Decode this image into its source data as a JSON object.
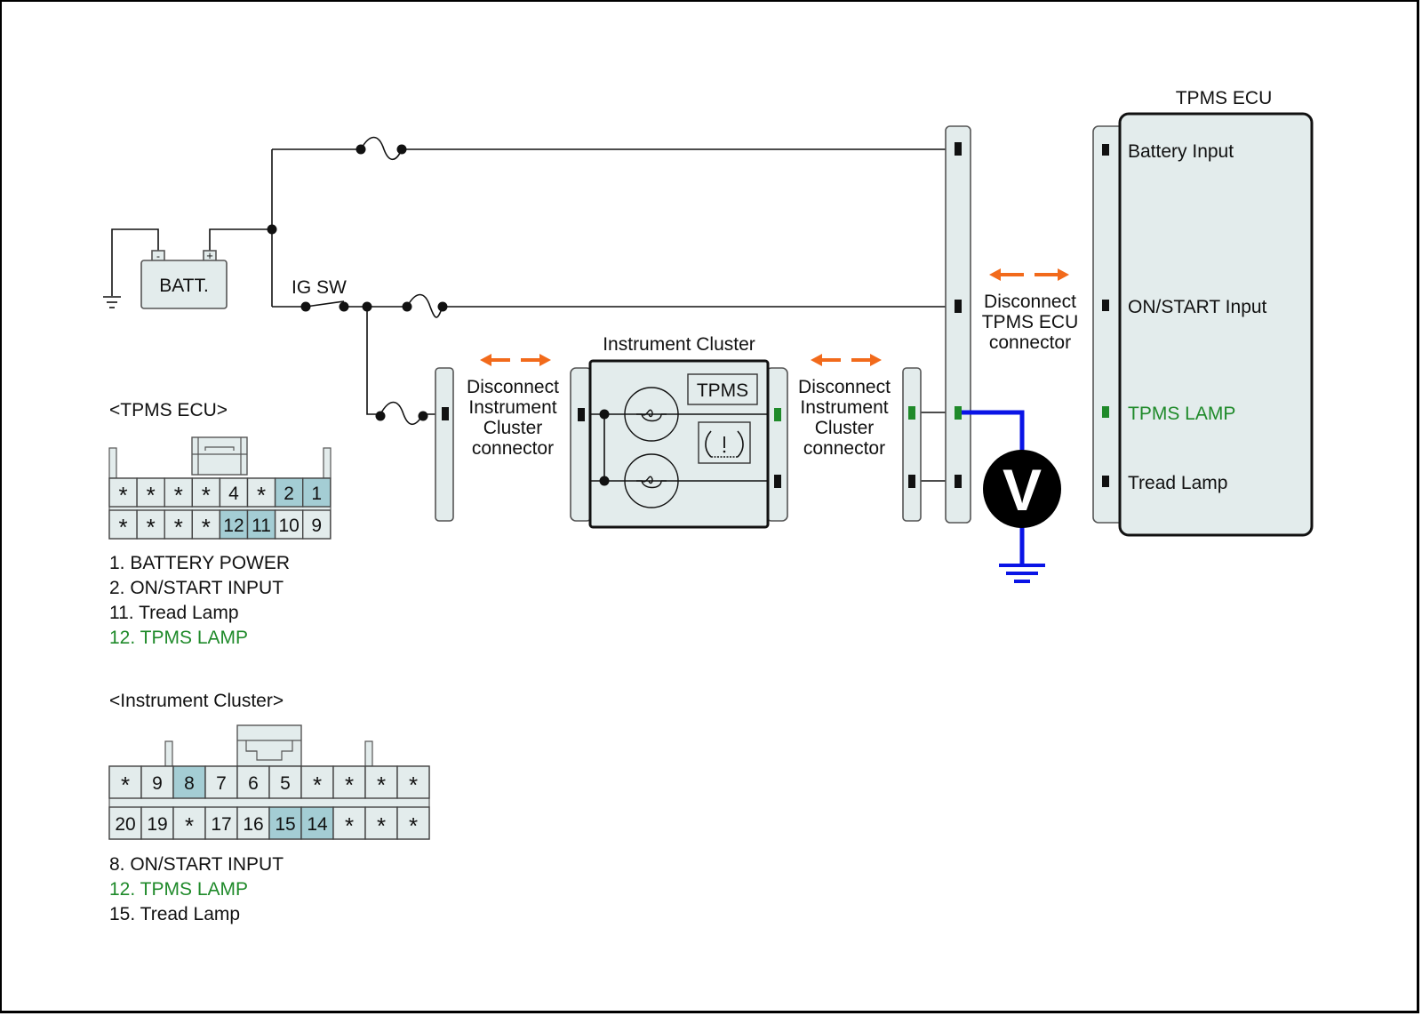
{
  "diagram": {
    "type": "wiring-schematic",
    "battery": {
      "label": "BATT.",
      "neg": "-",
      "pos": "+"
    },
    "ig_switch": {
      "label": "IG SW"
    },
    "instrument_cluster": {
      "title": "Instrument Cluster",
      "tpms_label": "TPMS",
      "warning_icon": "tire-pressure-warning-icon"
    },
    "disconnect_labels": {
      "left_cluster": [
        "Disconnect",
        "Instrument",
        "Cluster",
        "connector"
      ],
      "right_cluster": [
        "Disconnect",
        "Instrument",
        "Cluster",
        "connector"
      ],
      "tpms_ecu": [
        "Disconnect",
        "TPMS ECU",
        "connector"
      ]
    },
    "tpms_ecu": {
      "title": "TPMS ECU",
      "pins": [
        {
          "label": "Battery Input",
          "highlight": false
        },
        {
          "label": "ON/START Input",
          "highlight": false
        },
        {
          "label": "TPMS LAMP",
          "highlight": true
        },
        {
          "label": "Tread Lamp",
          "highlight": false
        }
      ]
    },
    "voltmeter": {
      "symbol": "V"
    },
    "colors": {
      "measure_wire": "#0a14e6",
      "highlight_pin": "#1f8a2a",
      "arrow": "#f26a1b",
      "highlight_cell": "#a4cdd4",
      "body_fill": "#e3ecec"
    }
  },
  "tpms_ecu_connector": {
    "title": "<TPMS ECU>",
    "row1": [
      {
        "t": "*",
        "hl": false
      },
      {
        "t": "*",
        "hl": false
      },
      {
        "t": "*",
        "hl": false
      },
      {
        "t": "*",
        "hl": false
      },
      {
        "t": "4",
        "hl": false
      },
      {
        "t": "*",
        "hl": false
      },
      {
        "t": "2",
        "hl": true
      },
      {
        "t": "1",
        "hl": true
      }
    ],
    "row2": [
      {
        "t": "*",
        "hl": false
      },
      {
        "t": "*",
        "hl": false
      },
      {
        "t": "*",
        "hl": false
      },
      {
        "t": "*",
        "hl": false
      },
      {
        "t": "12",
        "hl": true
      },
      {
        "t": "11",
        "hl": true
      },
      {
        "t": "10",
        "hl": false
      },
      {
        "t": "9",
        "hl": false
      }
    ],
    "legend": [
      {
        "text": "1. BATTERY POWER",
        "green": false
      },
      {
        "text": "2. ON/START INPUT",
        "green": false
      },
      {
        "text": "11. Tread Lamp",
        "green": false
      },
      {
        "text": "12. TPMS LAMP",
        "green": true
      }
    ]
  },
  "cluster_connector": {
    "title": "<Instrument Cluster>",
    "row1": [
      {
        "t": "*",
        "hl": false
      },
      {
        "t": "9",
        "hl": false
      },
      {
        "t": "8",
        "hl": true
      },
      {
        "t": "7",
        "hl": false
      },
      {
        "t": "6",
        "hl": false
      },
      {
        "t": "5",
        "hl": false
      },
      {
        "t": "*",
        "hl": false
      },
      {
        "t": "*",
        "hl": false
      },
      {
        "t": "*",
        "hl": false
      },
      {
        "t": "*",
        "hl": false
      }
    ],
    "row2": [
      {
        "t": "20",
        "hl": false
      },
      {
        "t": "19",
        "hl": false
      },
      {
        "t": "*",
        "hl": false
      },
      {
        "t": "17",
        "hl": false
      },
      {
        "t": "16",
        "hl": false
      },
      {
        "t": "15",
        "hl": true
      },
      {
        "t": "14",
        "hl": true
      },
      {
        "t": "*",
        "hl": false
      },
      {
        "t": "*",
        "hl": false
      },
      {
        "t": "*",
        "hl": false
      }
    ],
    "legend": [
      {
        "text": "8. ON/START INPUT",
        "green": false
      },
      {
        "text": "12. TPMS LAMP",
        "green": true
      },
      {
        "text": "15. Tread Lamp",
        "green": false
      }
    ]
  }
}
